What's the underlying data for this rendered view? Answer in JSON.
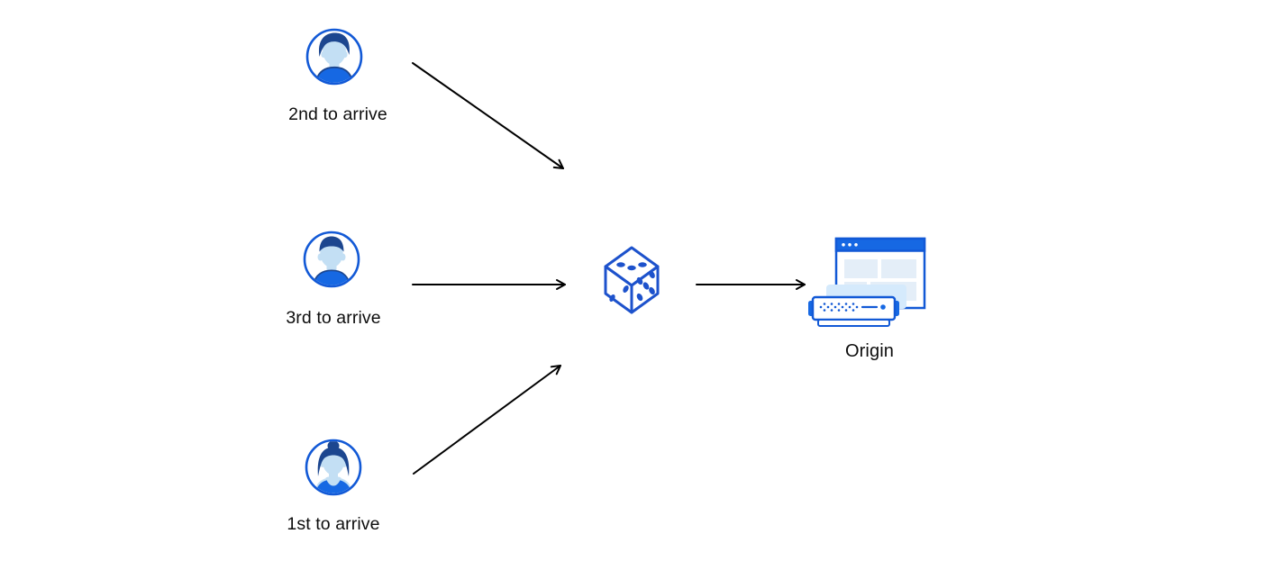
{
  "diagram": {
    "clients": [
      {
        "id": "client-2nd",
        "label": "2nd to arrive",
        "icon": "user-avatar-man-quiff-icon"
      },
      {
        "id": "client-3rd",
        "label": "3rd to arrive",
        "icon": "user-avatar-man-crew-icon"
      },
      {
        "id": "client-1st",
        "label": "1st to arrive",
        "icon": "user-avatar-woman-bun-icon"
      }
    ],
    "balancer": {
      "id": "dice",
      "icon": "dice-icon"
    },
    "origin": {
      "id": "origin",
      "label": "Origin",
      "icon": "origin-server-icon"
    },
    "edges": [
      {
        "from": "client-2nd",
        "to": "dice"
      },
      {
        "from": "client-3rd",
        "to": "dice"
      },
      {
        "from": "client-1st",
        "to": "dice"
      },
      {
        "from": "dice",
        "to": "origin"
      }
    ],
    "colors": {
      "arrow": "#000000",
      "outline_blue": "#1259d6",
      "solid_blue": "#1668e3",
      "navy_hair": "#1c468f",
      "skin_light_blue": "#c3dff4",
      "panel_light_blue": "#e4eef8",
      "shadow_light_blue": "#d5eafc",
      "label_text": "#0d0d0d",
      "background": "#ffffff"
    }
  }
}
